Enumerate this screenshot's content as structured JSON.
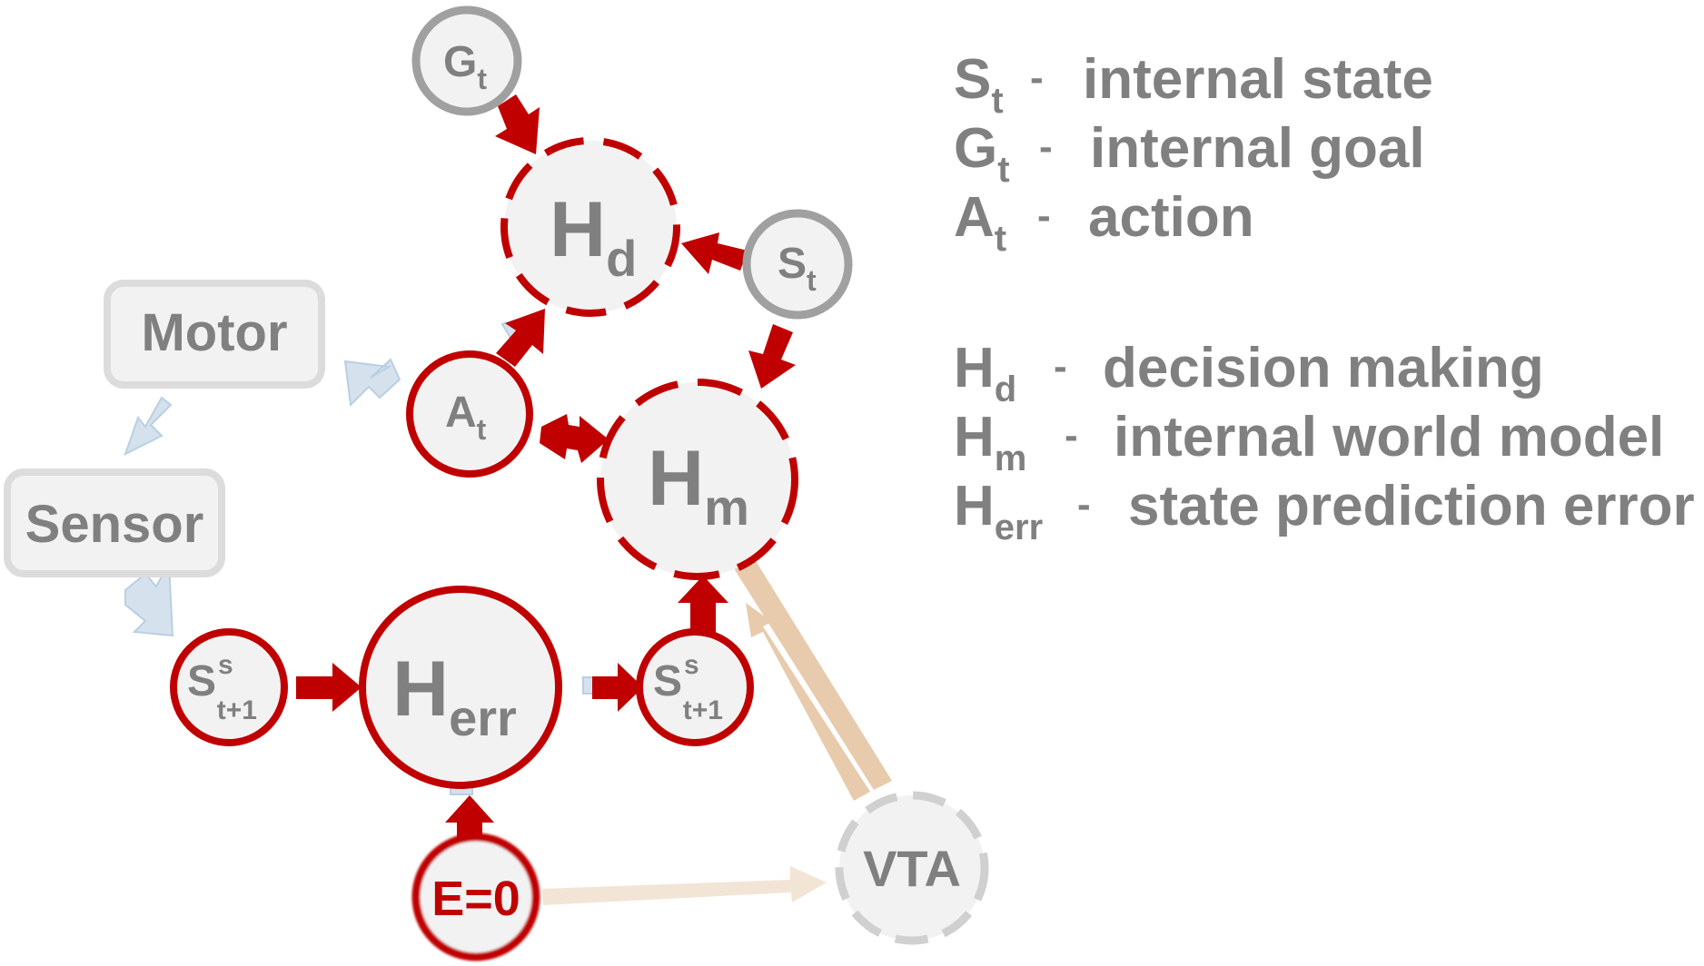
{
  "nodes": {
    "gt": {
      "main": "G",
      "sub": "t"
    },
    "hd": {
      "main": "H",
      "sub": "d"
    },
    "st": {
      "main": "S",
      "sub": "t"
    },
    "at": {
      "main": "A",
      "sub": "t"
    },
    "hm": {
      "main": "H",
      "sub": "m"
    },
    "motor": {
      "label": "Motor"
    },
    "sensor": {
      "label": "Sensor"
    },
    "ss_left": {
      "main": "S",
      "sup": "s",
      "sub": "t+1"
    },
    "herr": {
      "main": "H",
      "sub": "err"
    },
    "ss_right": {
      "main": "S",
      "sup": "s",
      "sub": "t+1"
    },
    "e0": {
      "label": "E=0"
    },
    "vta": {
      "label": "VTA"
    }
  },
  "legend": [
    {
      "sym": "S",
      "sub": "t",
      "dash": "-",
      "desc": "internal state"
    },
    {
      "sym": "G",
      "sub": "t",
      "dash": "-",
      "desc": "internal goal"
    },
    {
      "sym": "A",
      "sub": "t",
      "dash": "-",
      "desc": "action"
    },
    {
      "sym": "H",
      "sub": "d",
      "dash": "-",
      "desc": "decision making"
    },
    {
      "sym": "H",
      "sub": "m",
      "dash": "-",
      "desc": "internal world model"
    },
    {
      "sym": "H",
      "sub": "err",
      "dash": "-",
      "desc": "state prediction error"
    }
  ],
  "colors": {
    "red": "#c00000",
    "gray_text": "#808080",
    "gray_ring": "#a0a0a0",
    "fill": "#f2f2f2",
    "tan": "#e6c9a8",
    "blue": "#d5e2ee"
  }
}
